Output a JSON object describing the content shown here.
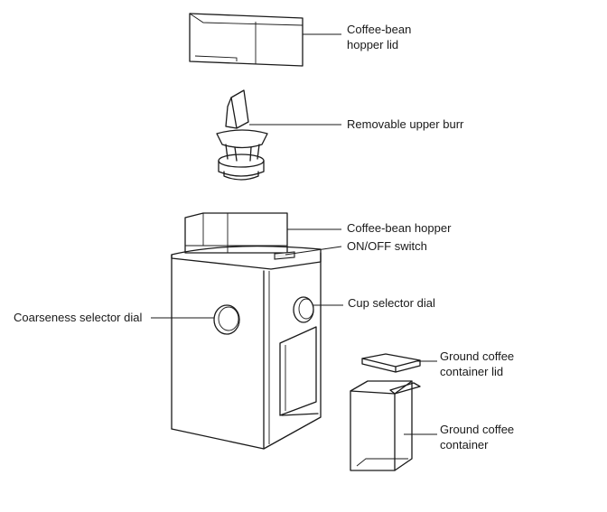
{
  "labels": {
    "hopper_lid": [
      "Coffee-bean",
      "hopper lid"
    ],
    "upper_burr": "Removable upper burr",
    "bean_hopper": "Coffee-bean hopper",
    "on_off_switch": "ON/OFF switch",
    "cup_selector": "Cup selector dial",
    "coarseness_selector": "Coarseness selector dial",
    "container_lid": [
      "Ground coffee",
      "container lid"
    ],
    "container": [
      "Ground coffee",
      "container"
    ]
  }
}
